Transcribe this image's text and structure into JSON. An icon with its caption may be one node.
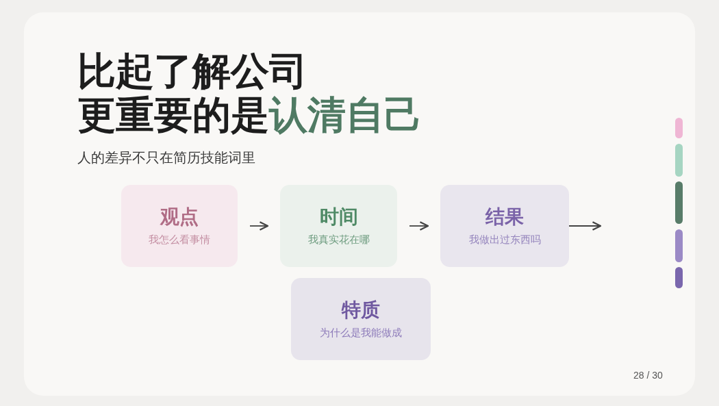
{
  "diagram": {
    "title": "比起了解公司更重要的是认清自己",
    "nodes": [
      {
        "text": [
          "观点",
          "我怎么看事情"
        ]
      },
      {
        "text": [
          "时间",
          "我真实花在哪"
        ]
      },
      {
        "text": [
          "结果",
          "我做出过东西吗"
        ]
      },
      {
        "text": [
          "特质",
          "为什么是我能做成"
        ]
      }
    ],
    "edges": [
      {
        "from": 0,
        "to": 1,
        "arrow": "to"
      },
      {
        "from": 1,
        "to": 2,
        "arrow": "to"
      },
      {
        "from": 2,
        "to": null,
        "arrow": "to"
      }
    ],
    "labels": [
      "人的差异不只在简历技能词里",
      "28 / 30"
    ]
  }
}
